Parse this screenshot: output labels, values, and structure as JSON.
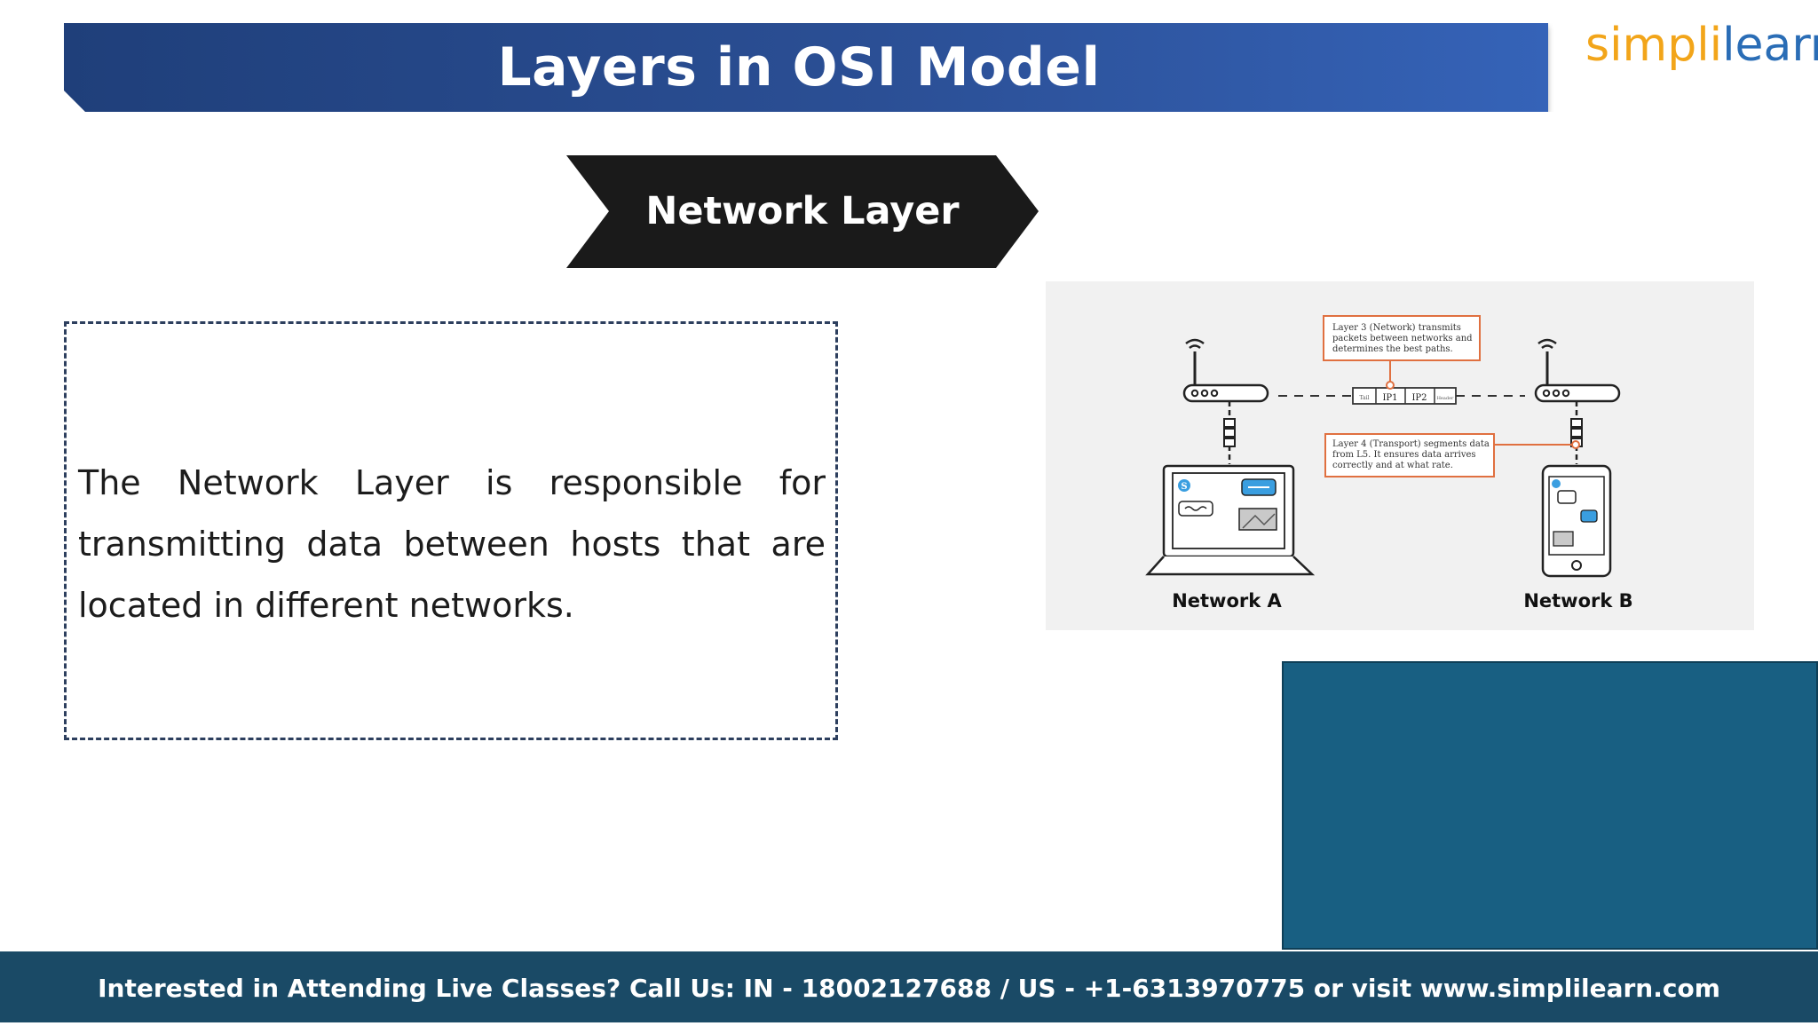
{
  "header": {
    "title": "Layers in OSI Model",
    "banner_color": "#2b4f95"
  },
  "logo": {
    "part1": "simpl",
    "part2": "i",
    "part3": "learn",
    "color_orange": "#f2a51a",
    "color_blue": "#2a6db6"
  },
  "section": {
    "heading": "Network Layer"
  },
  "description": {
    "text": "The Network Layer is responsible for transmitting data between hosts that are located in different networks."
  },
  "diagram": {
    "callout_layer3": [
      "Layer 3 (Network) transmits",
      "packets between networks and",
      "determines the best paths."
    ],
    "callout_layer4": [
      "Layer 4 (Transport) segments data",
      "from L5. It ensures data arrives",
      "correctly and at what rate."
    ],
    "packet_cells": [
      "Tail",
      "IP1",
      "IP2",
      "Header"
    ],
    "network_a_label": "Network A",
    "network_b_label": "Network B",
    "callout_color": "#e07040"
  },
  "footer": {
    "text": "Interested in Attending Live Classes? Call Us: IN - 18002127688 / US - +1-6313970775 or visit www.simplilearn.com",
    "background": "#1a4a66"
  },
  "video_panel": {
    "color": "#185f82"
  }
}
